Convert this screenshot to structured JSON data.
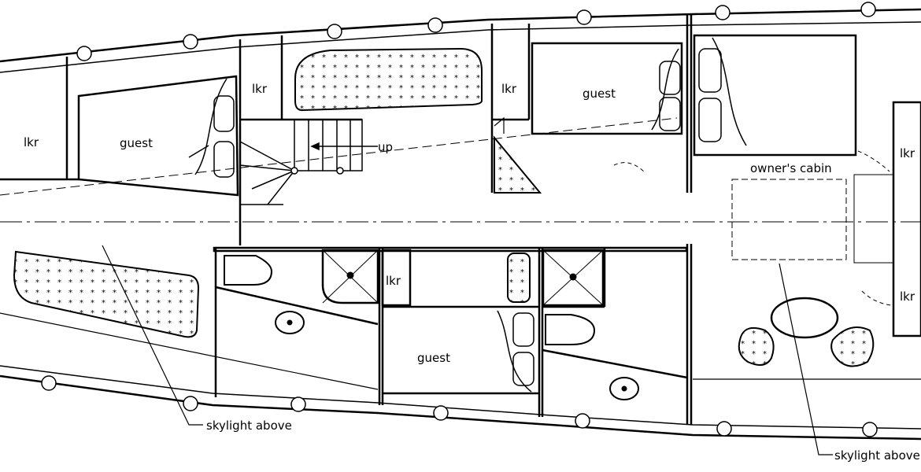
{
  "labels": {
    "lkr": "lkr",
    "guest": "guest",
    "up": "up",
    "owners_cabin": "owner's cabin",
    "skylight": "skylight above"
  },
  "colors": {
    "ink": "#000000",
    "paper": "#ffffff"
  }
}
